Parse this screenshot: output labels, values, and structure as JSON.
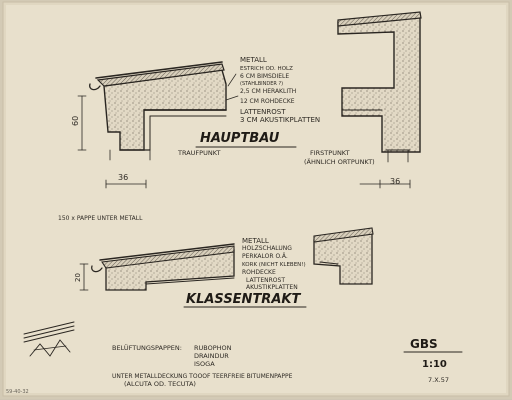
{
  "hauptbau": {
    "title": "HAUPTBAU",
    "layers": [
      "METALL",
      "ESTRICH OD. HOLZ",
      "6 CM BIMSDIELE",
      "(STAHLBINDER ?)",
      "2,5 CM HERAKLITH",
      "12 CM ROHDECKE",
      "LATTENROST",
      "3 CM AKUSTIKPLATTEN"
    ],
    "traufpunkt": "TRAUFPUNKT",
    "firstpunkt": "FIRSTPUNKT",
    "firstpunkt_note": "(ÄHNLICH ORTPUNKT)",
    "dim_height": "60",
    "dim_left": "36",
    "dim_right": "36"
  },
  "note_mid": "150 x PAPPE UNTER METALL",
  "klassentrakt": {
    "title": "KLASSENTRAKT",
    "layers": [
      "METALL",
      "HOLZSCHALUNG",
      "PERKALOR O.Ä.",
      "KORK (NICHT KLEBEN!)",
      "ROHDECKE",
      "LATTENROST",
      "AKUSTIKPLATTEN"
    ],
    "dim_height": "20"
  },
  "notes": {
    "line1_label": "BELÜFTUNGSPAPPEN:",
    "line1_items": [
      "RUBOPHON",
      "DRAINDUR",
      "ISOGA"
    ],
    "line2": "UNTER METALLDECKUNG  TOOOF TEERFREIE BITUMENPAPPE",
    "line3": "(ALCUTA OD. TECUTA)"
  },
  "title_block": {
    "code": "GBS",
    "scale": "1:10",
    "date": "7.X.57"
  },
  "corner_number": "59-40-32"
}
